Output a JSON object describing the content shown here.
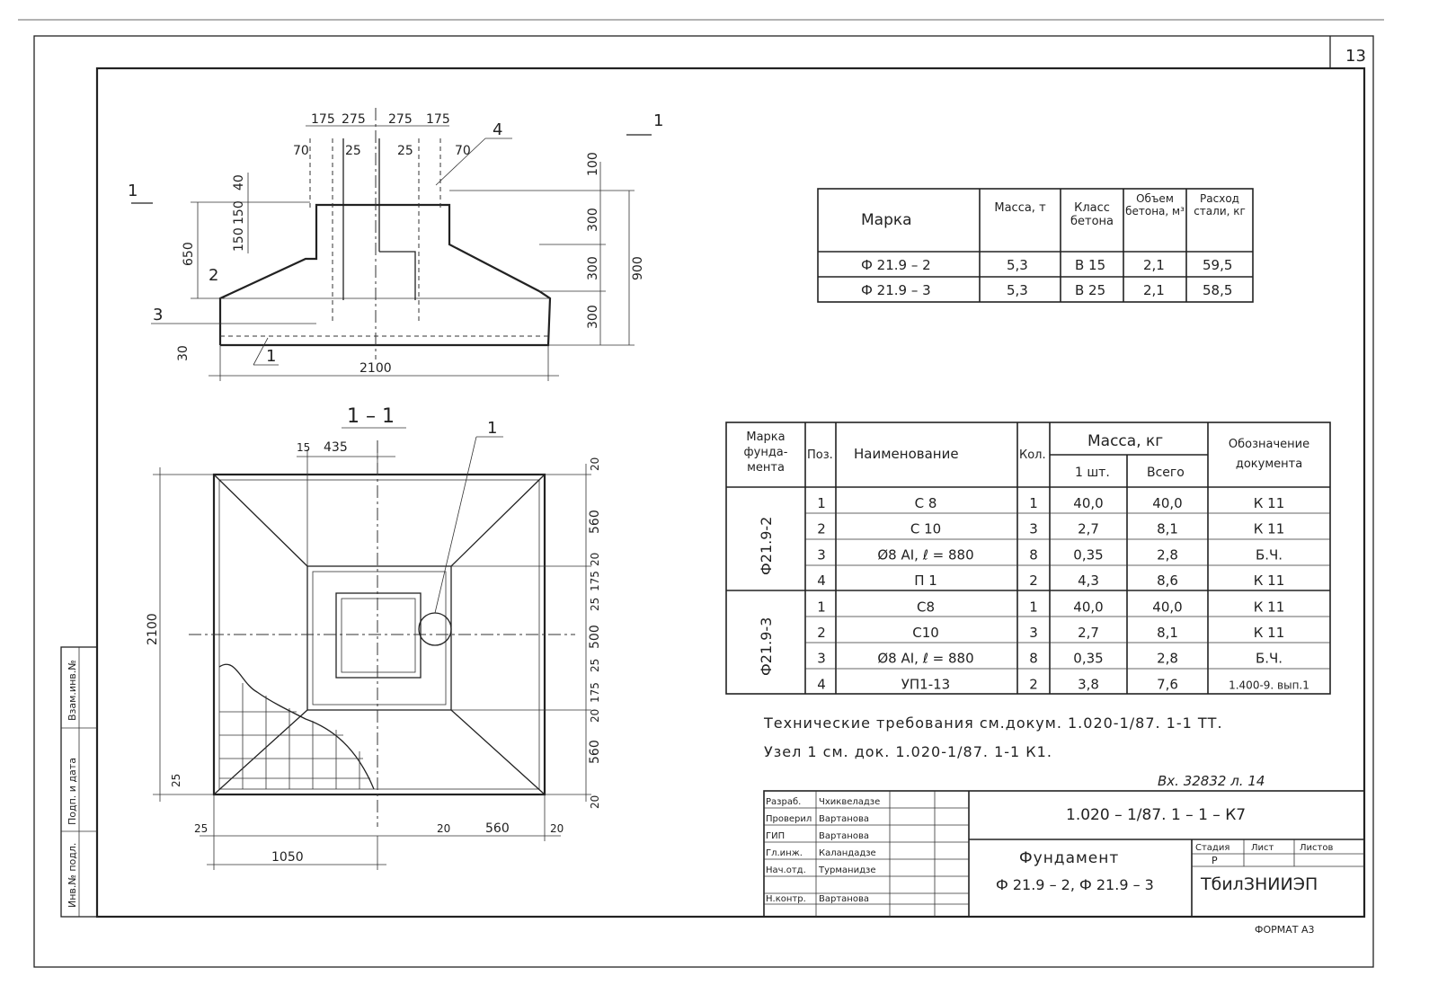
{
  "sheet": {
    "page_number": "13",
    "format": "ФОРМАТ А3"
  },
  "elevation": {
    "top_dims": [
      "175",
      "275",
      "275",
      "175"
    ],
    "small_dims": [
      "70",
      "25",
      "25",
      "70"
    ],
    "left_dims": [
      "40",
      "150",
      "150",
      "650",
      "30"
    ],
    "right_dims": [
      "100",
      "300",
      "300",
      "300",
      "900"
    ],
    "bottom_dim": "2100",
    "pos_labels": [
      "1",
      "2",
      "3",
      "4"
    ],
    "section_mark": "1"
  },
  "plan": {
    "title": "1 – 1",
    "top_dims": [
      "15",
      "435"
    ],
    "right_dims": [
      "20",
      "560",
      "20",
      "175",
      "25",
      "500",
      "25",
      "175",
      "20",
      "560",
      "20"
    ],
    "left_dims": [
      "2100",
      "25"
    ],
    "bottom_dims": [
      "25",
      "20",
      "560",
      "20",
      "1050"
    ],
    "callout": "1"
  },
  "marka_table": {
    "headers": [
      "Марка",
      "Масса, т",
      "Класс бетона",
      "Объем бетона, м³",
      "Расход стали, кг"
    ],
    "rows": [
      [
        "Ф 21.9 – 2",
        "5,3",
        "В 15",
        "2,1",
        "59,5"
      ],
      [
        "Ф 21.9 – 3",
        "5,3",
        "В 25",
        "2,1",
        "58,5"
      ]
    ]
  },
  "spec_table": {
    "headers": {
      "marka": "Марка фунда-мента",
      "pos": "Поз.",
      "name": "Наименование",
      "kol": "Кол.",
      "mass": "Масса, кг",
      "mass1": "1 шт.",
      "massall": "Всего",
      "doc": "Обозначение документа"
    },
    "groups": [
      {
        "marka": "Ф21.9-2",
        "rows": [
          [
            "1",
            "С 8",
            "1",
            "40,0",
            "40,0",
            "К 11"
          ],
          [
            "2",
            "С 10",
            "3",
            "2,7",
            "8,1",
            "К 11"
          ],
          [
            "3",
            "Ø8 АI, ℓ = 880",
            "8",
            "0,35",
            "2,8",
            "Б.Ч."
          ],
          [
            "4",
            "П 1",
            "2",
            "4,3",
            "8,6",
            "К 11"
          ]
        ]
      },
      {
        "marka": "Ф21.9-3",
        "rows": [
          [
            "1",
            "С8",
            "1",
            "40,0",
            "40,0",
            "К 11"
          ],
          [
            "2",
            "С10",
            "3",
            "2,7",
            "8,1",
            "К 11"
          ],
          [
            "3",
            "Ø8 АI, ℓ = 880",
            "8",
            "0,35",
            "2,8",
            "Б.Ч."
          ],
          [
            "4",
            "УП1-13",
            "2",
            "3,8",
            "7,6",
            "1.400-9. вып.1"
          ]
        ]
      }
    ]
  },
  "notes": [
    "Технические требования см.докум. 1.020-1/87. 1-1 ТТ.",
    "Узел 1 см. док. 1.020-1/87. 1-1 К1."
  ],
  "inventory_number": "Вх. 32832 л. 14",
  "title_block": {
    "code": "1.020 – 1/87. 1 – 1 – К7",
    "roles": [
      "Разраб.",
      "Проверил",
      "ГИП",
      "Гл.инж.",
      "Нач.отд.",
      "",
      "Н.контр."
    ],
    "names": [
      "Чхиквеладзе",
      "Вартанова",
      "Вартанова",
      "Каландадзе",
      "Турманидзе",
      "",
      "Вартанова"
    ],
    "title_line1": "Фундамент",
    "title_line2": "Ф 21.9 – 2, Ф 21.9 – 3",
    "stage_header": "Стадия",
    "sheet_header": "Лист",
    "sheets_header": "Листов",
    "stage_value": "Р",
    "organization": "ТбилЗНИИЭП"
  },
  "side_stamp": [
    "Инв.№ подл.",
    "Подп. и дата",
    "Взам.инв.№"
  ]
}
